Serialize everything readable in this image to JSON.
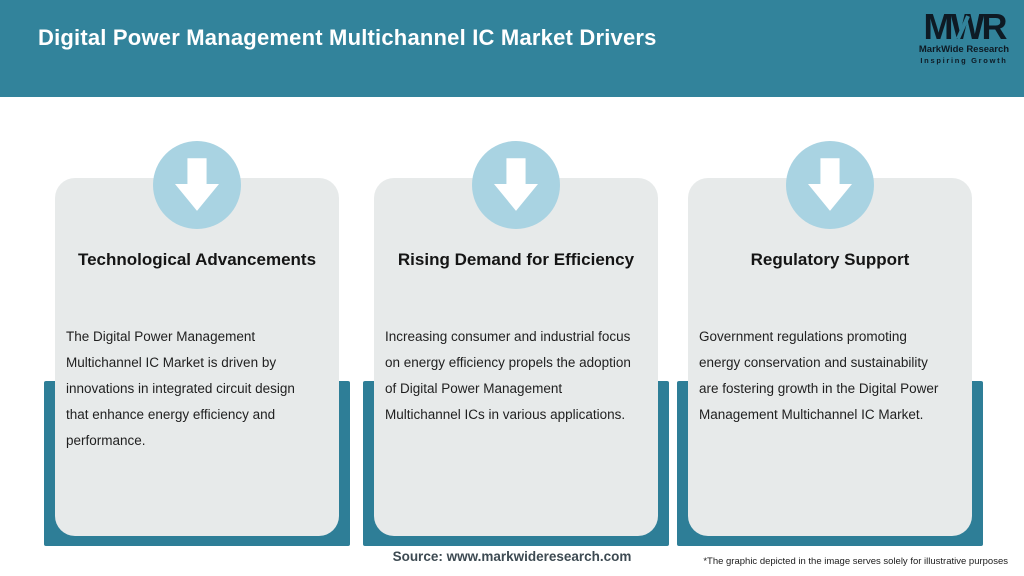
{
  "header": {
    "title": "Digital Power Management Multichannel IC Market Drivers",
    "logo": {
      "monogram": "MWR",
      "name": "MarkWide Research",
      "tagline": "Inspiring Growth"
    }
  },
  "cards": [
    {
      "title": "Technological Advancements",
      "body": "The Digital Power Management\nMultichannel IC Market is driven by\ninnovations in integrated circuit design\nthat enhance energy efficiency and\nperformance."
    },
    {
      "title": "Rising Demand for Efficiency",
      "body": "Increasing consumer and industrial focus\non energy efficiency propels the adoption\nof Digital Power Management\nMultichannel ICs in various applications."
    },
    {
      "title": "Regulatory Support",
      "body": "Government regulations promoting\nenergy conservation and sustainability\nare fostering growth in the Digital Power\nManagement Multichannel IC Market."
    }
  ],
  "footer": {
    "source": "Source: www.markwideresearch.com",
    "disclaimer": "*The graphic depicted in the image serves solely for illustrative purposes"
  },
  "colors": {
    "header_teal": "#32839B",
    "accent_teal": "#2E7E97",
    "circle_blue": "#A9D3E2",
    "card_gray": "#E7EAEA",
    "logo_dark": "#0E1A24",
    "arrow_white": "#FFFFFF"
  },
  "icons": {
    "arrow": "down-arrow"
  }
}
